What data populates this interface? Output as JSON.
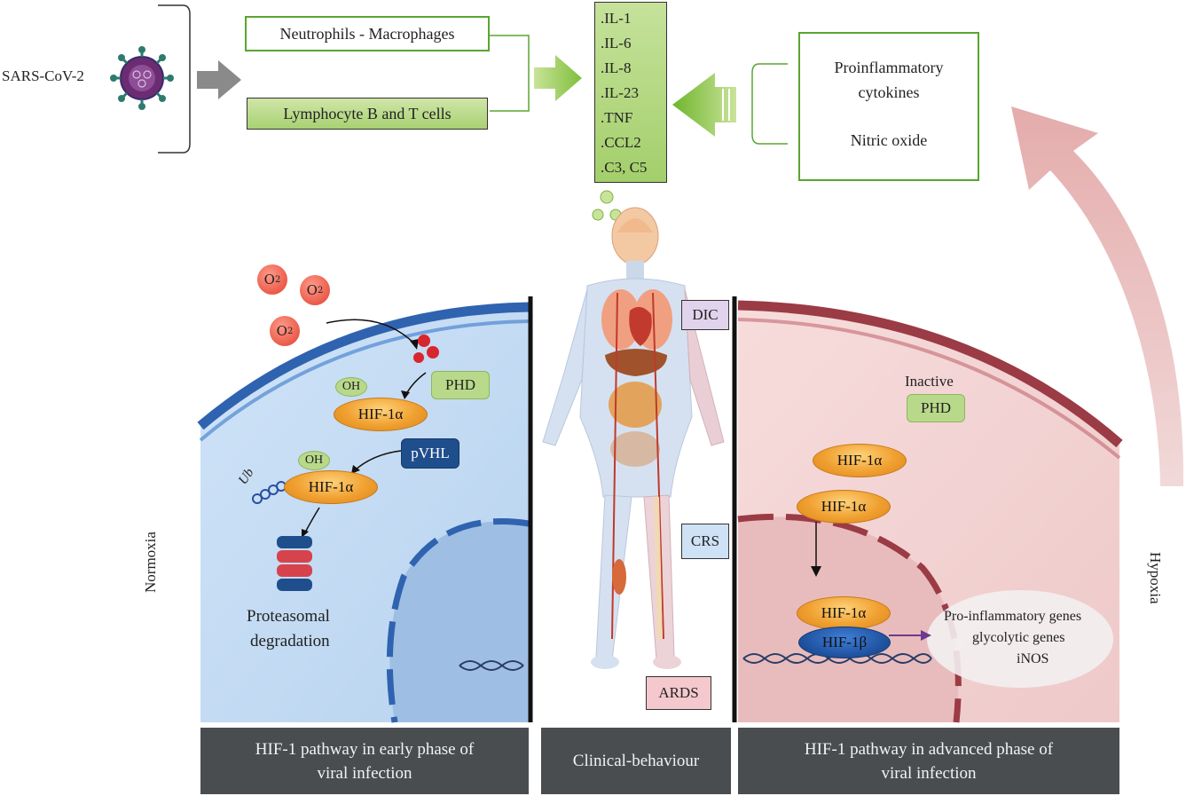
{
  "top": {
    "virus_label": "SARS-CoV-2",
    "cells": {
      "neutrophils": "Neutrophils - Macrophages",
      "lymphocytes": "Lymphocyte B and T cells"
    },
    "cytokines": [
      ".IL-1",
      ".IL-6",
      ".IL-8",
      ".IL-23",
      ".TNF",
      ".CCL2",
      ".C3, C5"
    ],
    "mediators": {
      "proinflammatory_line1": "Proinflammatory",
      "proinflammatory_line2": "cytokines",
      "nitric_oxide": "Nitric oxide"
    }
  },
  "left_panel": {
    "side_label": "Normoxia",
    "o2_label": "O",
    "o2_sub": "2",
    "phd": "PHD",
    "oh_1": "OH",
    "oh_2": "OH",
    "hif1a_1": "HIF-1α",
    "hif1a_2": "HIF-1α",
    "pvhl": "pVHL",
    "ub": "Ub",
    "proteasomal_line1": "Proteasomal",
    "proteasomal_line2": "degradation"
  },
  "center_panel": {
    "dic": "DIC",
    "crs": "CRS",
    "ards": "ARDS"
  },
  "right_panel": {
    "side_label": "Hypoxia",
    "inactive": "Inactive",
    "phd": "PHD",
    "hif1a_1": "HIF-1α",
    "hif1a_2": "HIF-1α",
    "hif1a_3": "HIF-1α",
    "hif1b": "HIF-1β",
    "genes_line1": "Pro-inflammatory genes",
    "genes_line2": "glycolytic genes",
    "genes_line3": "iNOS"
  },
  "footer": {
    "left_line1": "HIF-1 pathway in early phase of",
    "left_line2": "viral infection",
    "center": "Clinical-behaviour",
    "right_line1": "HIF-1 pathway in advanced phase of",
    "right_line2": "viral infection"
  },
  "colors": {
    "green_border": "#5aa530",
    "green_fill": "#b5d88a",
    "normoxia_blue": "#2f63b0",
    "hypoxia_red": "#9b3b45",
    "footer_gray": "#4a4d50"
  }
}
